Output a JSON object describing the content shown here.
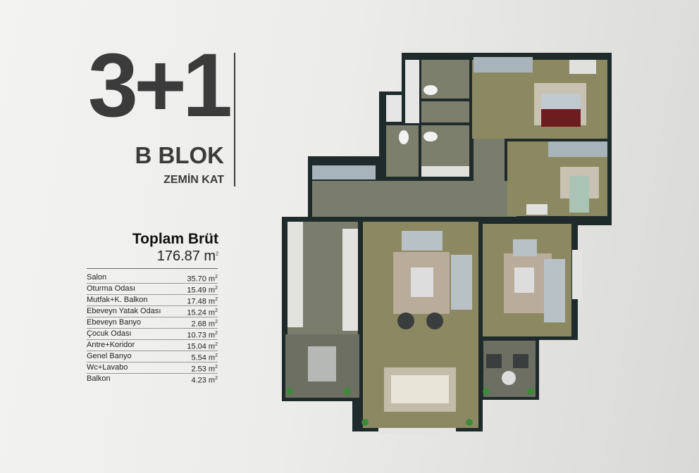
{
  "header": {
    "unit_type": "3+1",
    "block": "B BLOK",
    "floor": "ZEMİN KAT"
  },
  "summary": {
    "total_label": "Toplam Brüt",
    "total_value": "176.87 m",
    "unit_sup": "2"
  },
  "areas": [
    {
      "room": "Salon",
      "value": "35.70 m"
    },
    {
      "room": "Oturma Odası",
      "value": "15.49 m"
    },
    {
      "room": "Mutfak+K. Balkon",
      "value": "17.48 m"
    },
    {
      "room": "Ebeveyn Yatak Odası",
      "value": "15.24 m"
    },
    {
      "room": "Ebeveyn Banyo",
      "value": "2.68 m"
    },
    {
      "room": "Çocuk Odası",
      "value": "10.73 m"
    },
    {
      "room": "Antre+Koridor",
      "value": "15.04 m"
    },
    {
      "room": "Genel Banyo",
      "value": "5.54 m"
    },
    {
      "room": "Wc+Lavabo",
      "value": "2.53 m"
    },
    {
      "room": "Balkon",
      "value": "4.23 m"
    }
  ],
  "colors": {
    "wall": "#1f2a2a",
    "wood": "#8c8962",
    "tile": "#7b7d6c",
    "text": "#3b3b3b"
  }
}
